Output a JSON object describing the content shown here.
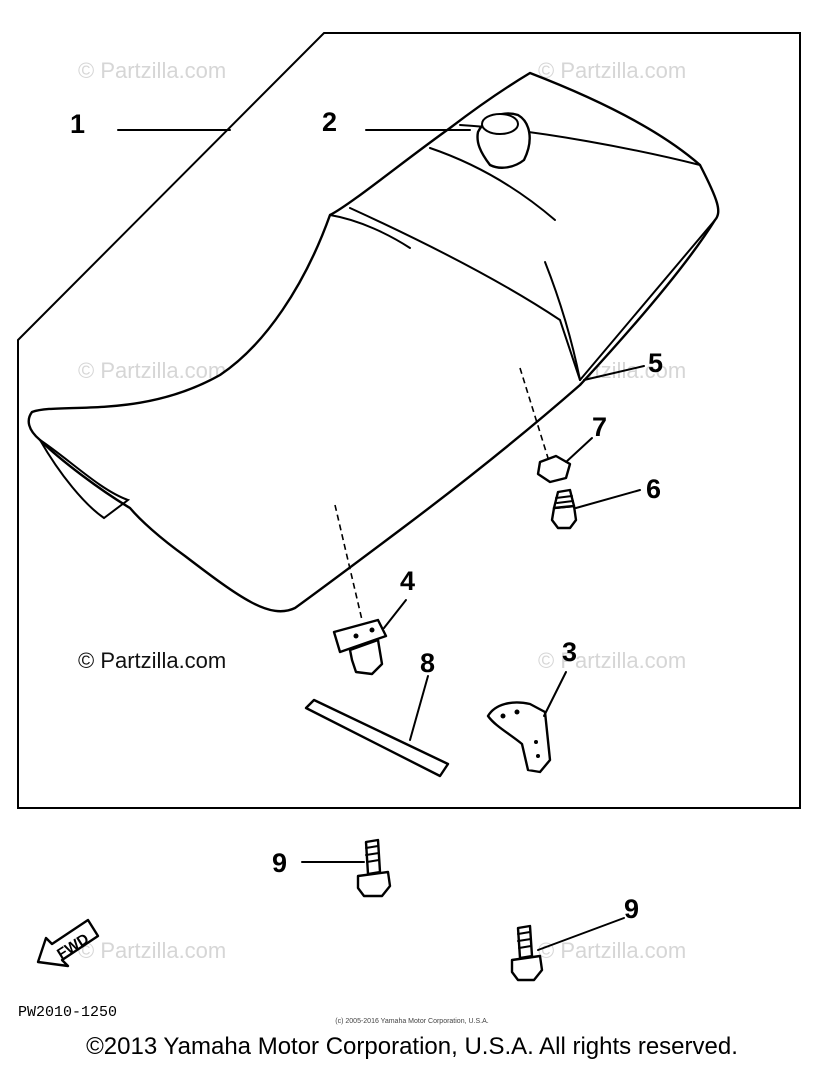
{
  "watermarks": {
    "w1": "© Partzilla.com",
    "w2": "© Partzilla.com",
    "w3": "© Partzilla.com",
    "w4": "© Partzilla.com",
    "w5": "© Partzilla.com",
    "w6": "© Partzilla.com",
    "w7": "© Partzilla.com",
    "w8": "© Partzilla.com"
  },
  "callouts": {
    "c1": "1",
    "c2": "2",
    "c3": "3",
    "c4": "4",
    "c5": "5",
    "c6": "6",
    "c7": "7",
    "c8": "8",
    "c9a": "9",
    "c9b": "9"
  },
  "fwd_label": "FWD",
  "diagram_code": "PW2010-1250",
  "small_copyright": "(c) 2005-2016 Yamaha Motor Corporation, U.S.A.",
  "footer_copyright": "©2013 Yamaha Motor Corporation, U.S.A. All rights reserved."
}
